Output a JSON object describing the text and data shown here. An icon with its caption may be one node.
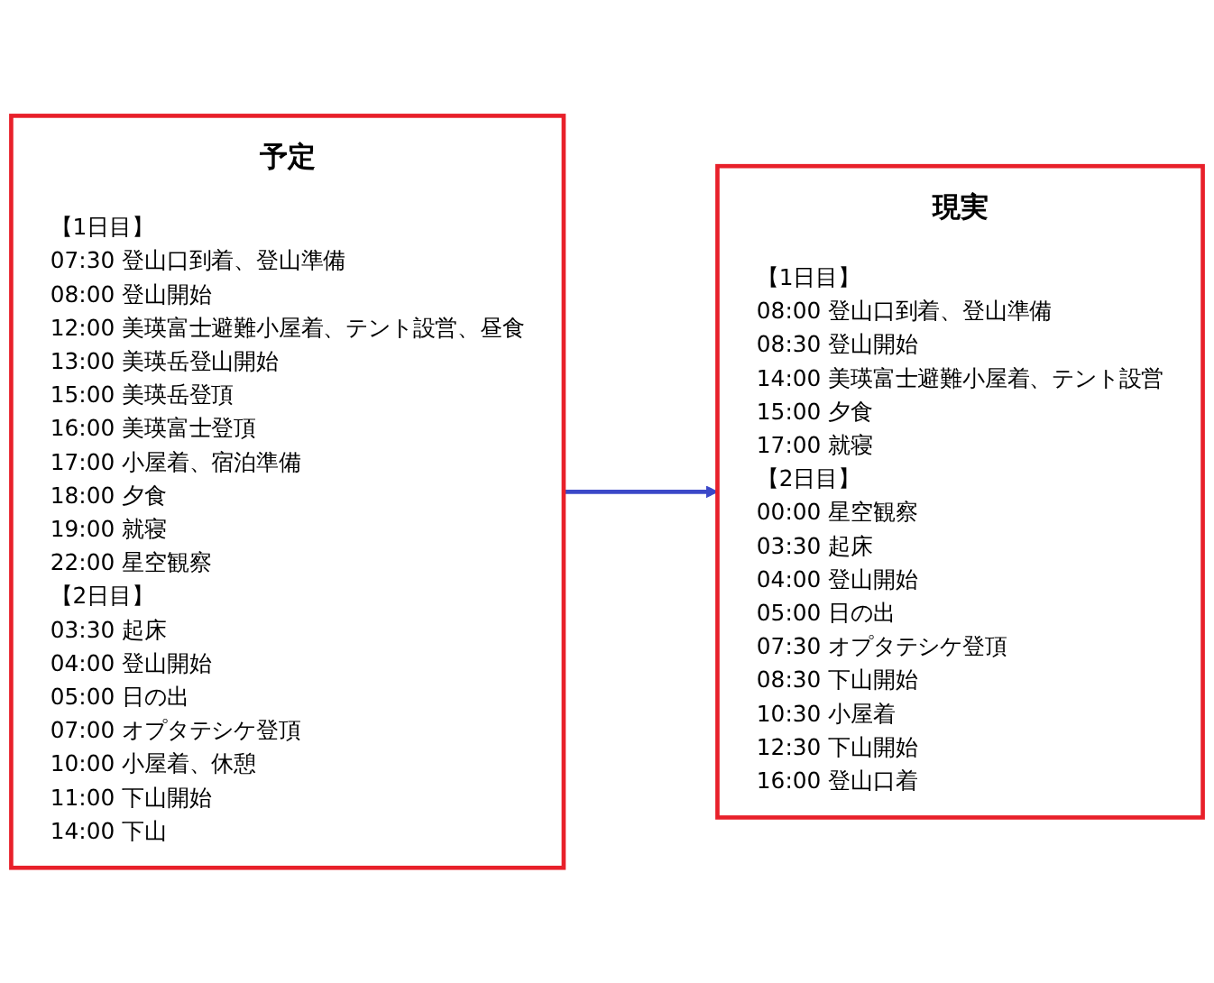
{
  "diagram": {
    "nodes": [
      {
        "text": [
          "予定",
          "【1日目】",
          "07:30 登山口到着、登山準備",
          "08:00 登山開始",
          "12:00 美瑛富士避難小屋着、テント設営、昼食",
          "13:00 美瑛岳登山開始",
          "15:00 美瑛岳登頂",
          "16:00 美瑛富士登頂",
          "17:00 小屋着、宿泊準備",
          "18:00 夕食",
          "19:00 就寝",
          "22:00 星空観察",
          "【2日目】",
          "03:30 起床",
          "04:00 登山開始",
          "05:00 日の出",
          "07:00 オプタテシケ登頂",
          "10:00 小屋着、休憩",
          "11:00 下山開始",
          "14:00 下山"
        ]
      },
      {
        "text": [
          "現実",
          "【1日目】",
          "08:00 登山口到着、登山準備",
          "08:30 登山開始",
          "14:00 美瑛富士避難小屋着、テント設営",
          "15:00 夕食",
          "17:00 就寝",
          "【2日目】",
          "00:00 星空観察",
          "03:30 起床",
          "04:00 登山開始",
          "05:00 日の出",
          "07:30 オプタテシケ登頂",
          "08:30 下山開始",
          "10:30 小屋着",
          "12:30 下山開始",
          "16:00 登山口着"
        ]
      }
    ],
    "edges": [
      {
        "from": 0,
        "to": 1,
        "arrow": "to"
      }
    ]
  }
}
